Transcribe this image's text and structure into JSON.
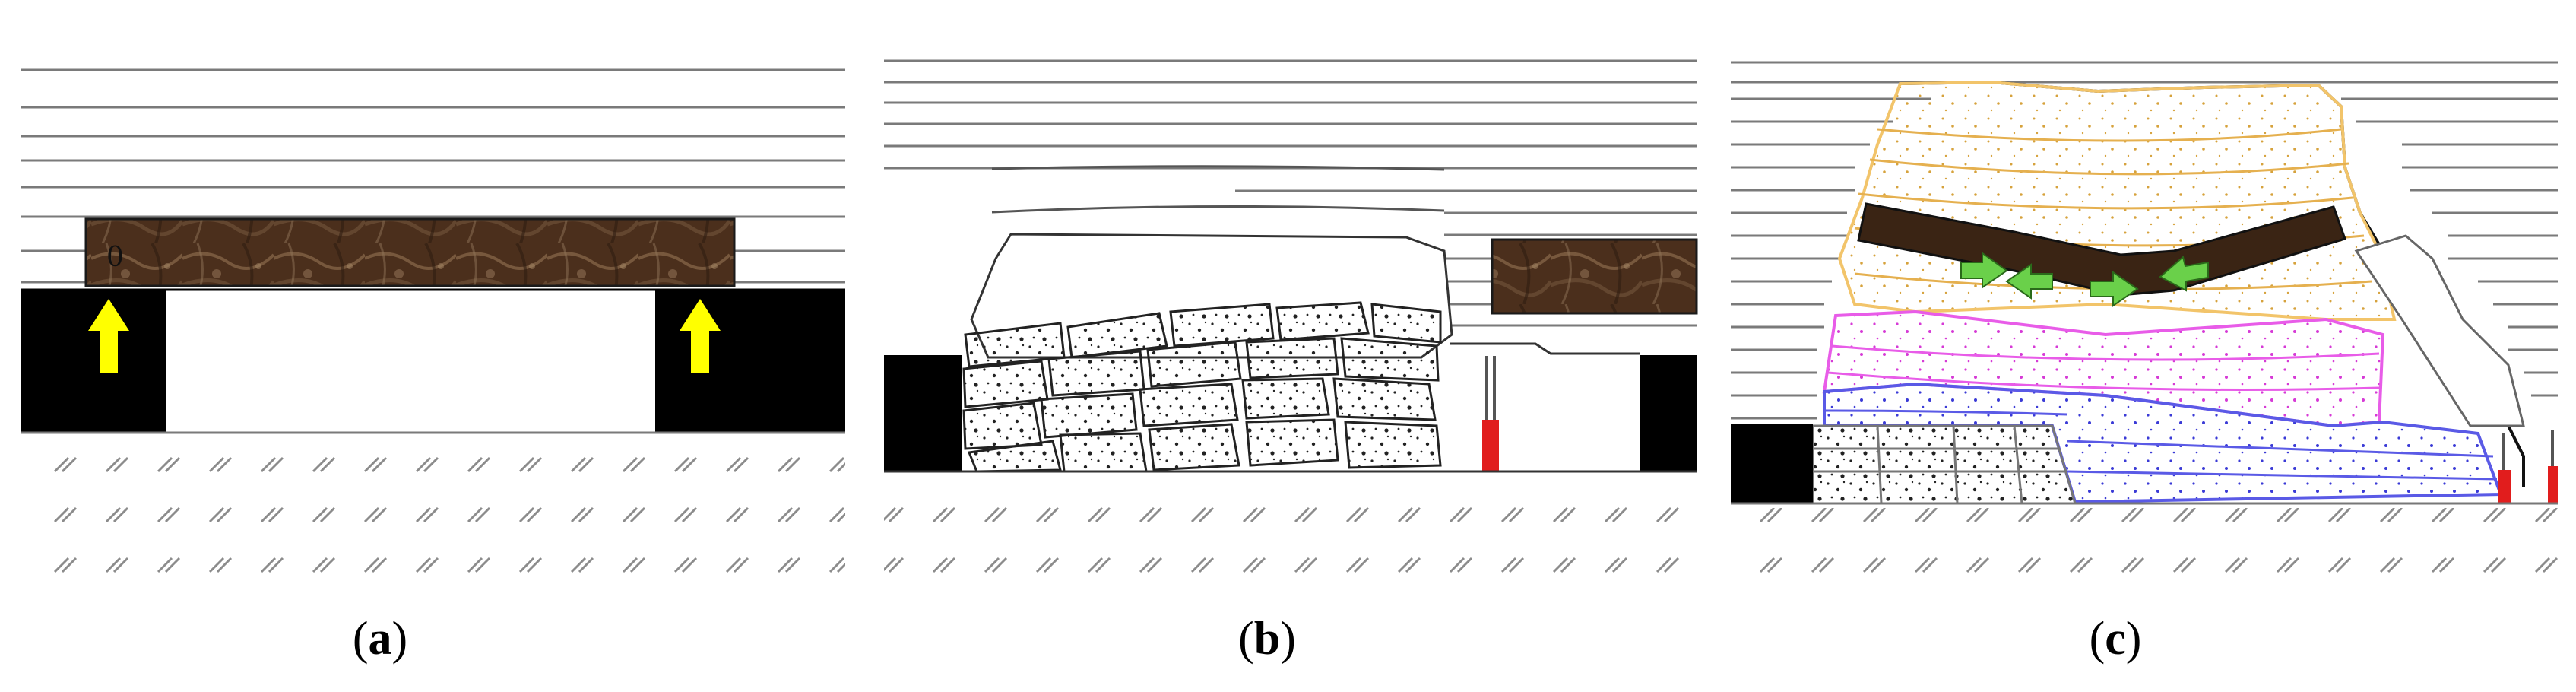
{
  "panels": [
    {
      "id": "a",
      "caption_open": "(",
      "caption_letter": "a",
      "caption_close": ")",
      "seam_label": "0",
      "colors": {
        "seam": "#4b2f1c",
        "support": "#000000",
        "arrow": "#ffff00",
        "lines": "#7a7a7a",
        "floor_hatch": "#8c8c8c"
      },
      "icons": [
        "upward-arrow-icon",
        "upward-arrow-icon"
      ]
    },
    {
      "id": "b",
      "caption_open": "(",
      "caption_letter": "b",
      "caption_close": ")",
      "colors": {
        "seam": "#4b2f1c",
        "support": "#000000",
        "prop": "#e11d1d",
        "block_outline": "#222222",
        "lines": "#7a7a7a"
      }
    },
    {
      "id": "c",
      "caption_open": "(",
      "caption_letter": "c",
      "caption_close": ")",
      "colors": {
        "seam": "#3a2414",
        "upper_zone": "#f2c46a",
        "middle_zone": "#e85ce8",
        "lower_zone": "#5a5ae6",
        "goaf_gray": "#777777",
        "arrow": "#6ad04a",
        "prop": "#e11d1d",
        "support": "#000000"
      },
      "icons": [
        "green-arrow-icon",
        "green-arrow-icon",
        "green-arrow-icon",
        "green-arrow-icon"
      ]
    }
  ]
}
